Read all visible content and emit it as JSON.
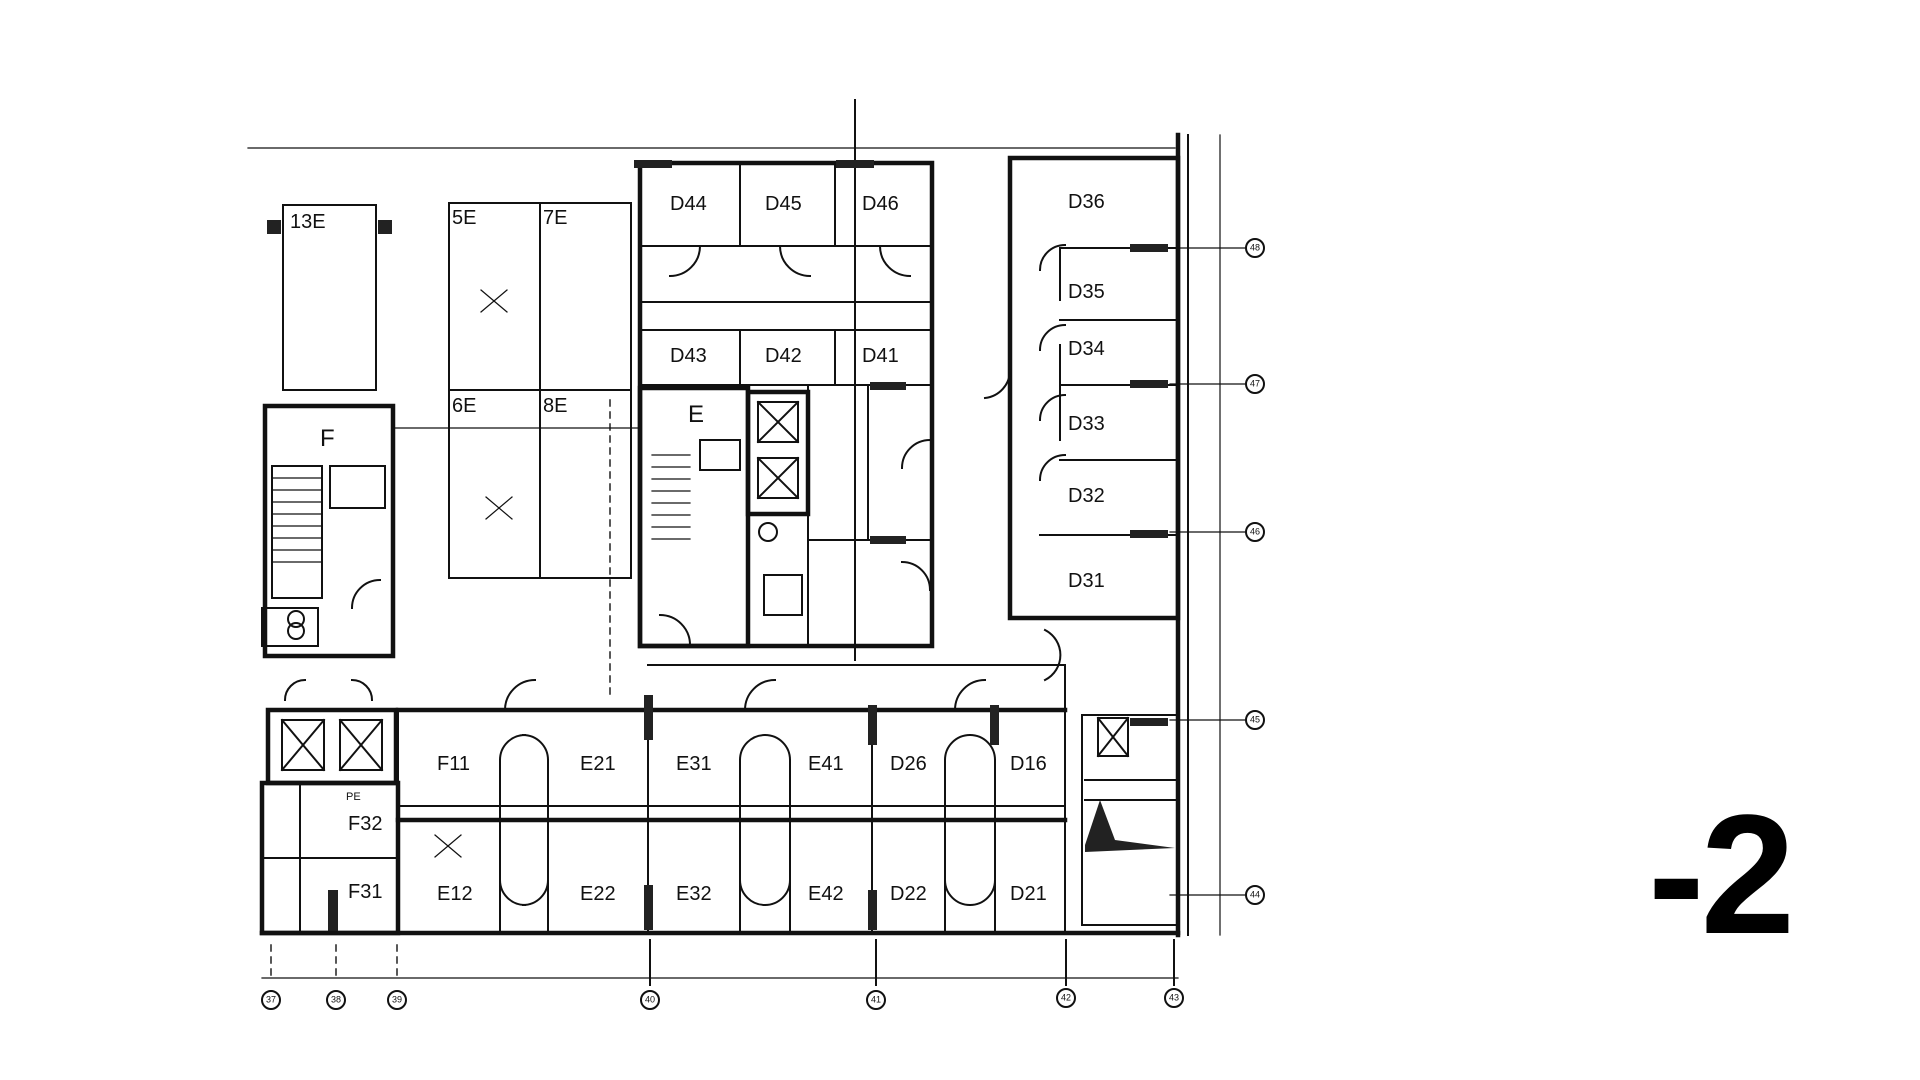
{
  "level_label": "-2",
  "rooms": {
    "r13e": "13E",
    "r5e": "5E",
    "r7e": "7E",
    "r6e": "6E",
    "r8e": "8E",
    "rf": "F",
    "re": "E",
    "d44": "D44",
    "d45": "D45",
    "d46": "D46",
    "d43": "D43",
    "d42": "D42",
    "d41": "D41",
    "d36": "D36",
    "d35": "D35",
    "d34": "D34",
    "d33": "D33",
    "d32": "D32",
    "d31": "D31",
    "f11": "F11",
    "e21": "E21",
    "e31": "E31",
    "e41": "E41",
    "d26": "D26",
    "d16": "D16",
    "pe": "PE",
    "f32": "F32",
    "f31": "F31",
    "e12": "E12",
    "e22": "E22",
    "e32": "E32",
    "e42": "E42",
    "d22": "D22",
    "d21": "D21"
  },
  "grid_bubbles": {
    "g37": "37",
    "g38": "38",
    "g39": "39",
    "g40": "40",
    "g41": "41",
    "g42": "42",
    "g43": "43",
    "g44": "44",
    "g45": "45",
    "g46": "46",
    "g47": "47",
    "g48": "48"
  }
}
